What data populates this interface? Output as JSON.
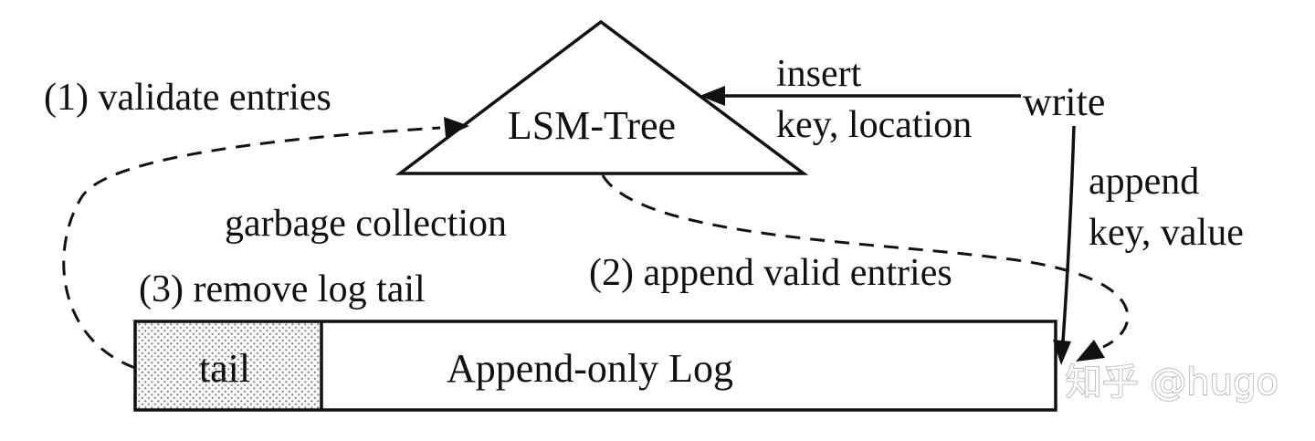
{
  "nodes": {
    "lsm_tree": "LSM-Tree",
    "append_only_log": "Append-only Log",
    "tail": "tail",
    "write": "write"
  },
  "edge_labels": {
    "insert_line1": "insert",
    "insert_line2": "key, location",
    "append_line1": "append",
    "append_line2": "key, value"
  },
  "gc": {
    "title": "garbage collection",
    "step1": "(1) validate entries",
    "step2": "(2) append valid entries",
    "step3": "(3) remove log tail"
  },
  "watermark": "知乎 @hugo"
}
